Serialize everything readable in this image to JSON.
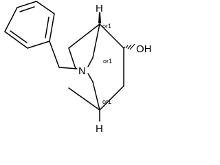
{
  "molecule": {
    "atoms": {
      "nitrogen": "N",
      "hydroxyl": "OH",
      "hydrogen_top": "H",
      "hydrogen_bottom": "H"
    },
    "stereo_labels": {
      "c1": "or1",
      "c2": "or1",
      "c4": "or1"
    }
  },
  "colors": {
    "bond": "#000000",
    "text": "#000000",
    "background": "#ffffff"
  }
}
